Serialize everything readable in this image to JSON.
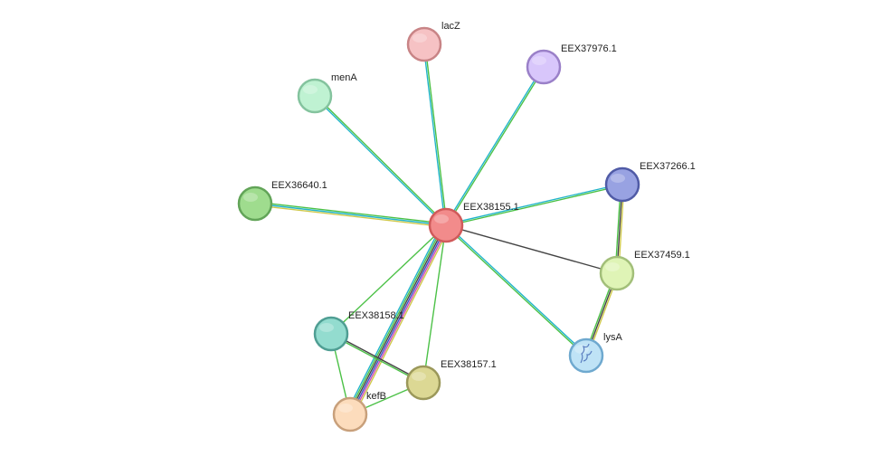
{
  "network": {
    "nodes": [
      {
        "id": "EEX38155.1",
        "label": "EEX38155.1",
        "fill": "#f28b8b",
        "stroke": "#d05a5a"
      },
      {
        "id": "lacZ",
        "label": "lacZ",
        "fill": "#f6c2c4",
        "stroke": "#c88486"
      },
      {
        "id": "EEX37976.1",
        "label": "EEX37976.1",
        "fill": "#d8c6fb",
        "stroke": "#9a80c8"
      },
      {
        "id": "menA",
        "label": "menA",
        "fill": "#bff2d2",
        "stroke": "#84c39e"
      },
      {
        "id": "EEX36640.1",
        "label": "EEX36640.1",
        "fill": "#9fdc8e",
        "stroke": "#62a458"
      },
      {
        "id": "EEX37266.1",
        "label": "EEX37266.1",
        "fill": "#98a2e2",
        "stroke": "#505ba6"
      },
      {
        "id": "EEX37459.1",
        "label": "EEX37459.1",
        "fill": "#dff4b6",
        "stroke": "#a2bf79"
      },
      {
        "id": "lysA",
        "label": "lysA",
        "fill": "#bfe3f6",
        "stroke": "#6fa9cf"
      },
      {
        "id": "EEX38158.1",
        "label": "EEX38158.1",
        "fill": "#93dccf",
        "stroke": "#4f9e93"
      },
      {
        "id": "EEX38157.1",
        "label": "EEX38157.1",
        "fill": "#dcd894",
        "stroke": "#9b985a"
      },
      {
        "id": "kefB",
        "label": "kefB",
        "fill": "#fcdcbc",
        "stroke": "#c8a07b"
      }
    ],
    "edges": [
      {
        "source": "EEX38155.1",
        "target": "lacZ",
        "colors": [
          "#22b5c9",
          "#4cc147"
        ]
      },
      {
        "source": "EEX38155.1",
        "target": "EEX37976.1",
        "colors": [
          "#22b5c9",
          "#4cc147"
        ]
      },
      {
        "source": "EEX38155.1",
        "target": "menA",
        "colors": [
          "#22b5c9",
          "#4cc147"
        ]
      },
      {
        "source": "EEX38155.1",
        "target": "EEX36640.1",
        "colors": [
          "#cfc84a",
          "#22b5c9",
          "#4cc147"
        ]
      },
      {
        "source": "EEX38155.1",
        "target": "EEX37266.1",
        "colors": [
          "#22b5c9",
          "#4cc147"
        ]
      },
      {
        "source": "EEX38155.1",
        "target": "EEX37459.1",
        "colors": [
          "#444444"
        ]
      },
      {
        "source": "EEX38155.1",
        "target": "lysA",
        "colors": [
          "#22b5c9",
          "#4cc147"
        ]
      },
      {
        "source": "EEX38155.1",
        "target": "EEX38158.1",
        "colors": [
          "#4cc147"
        ]
      },
      {
        "source": "EEX38155.1",
        "target": "EEX38157.1",
        "colors": [
          "#4cc147"
        ]
      },
      {
        "source": "EEX38155.1",
        "target": "kefB",
        "colors": [
          "#cfc84a",
          "#d04fb3",
          "#3a52c9",
          "#444444",
          "#4cc147",
          "#22b5c9"
        ]
      },
      {
        "source": "EEX37266.1",
        "target": "EEX37459.1",
        "colors": [
          "#cfc84a",
          "#444444",
          "#4cc147"
        ]
      },
      {
        "source": "EEX37459.1",
        "target": "lysA",
        "colors": [
          "#cfc84a",
          "#444444",
          "#4cc147"
        ]
      },
      {
        "source": "EEX38158.1",
        "target": "EEX38157.1",
        "colors": [
          "#444444",
          "#4cc147"
        ]
      },
      {
        "source": "EEX38158.1",
        "target": "kefB",
        "colors": [
          "#4cc147"
        ]
      },
      {
        "source": "EEX38157.1",
        "target": "kefB",
        "colors": [
          "#4cc147"
        ]
      }
    ]
  }
}
